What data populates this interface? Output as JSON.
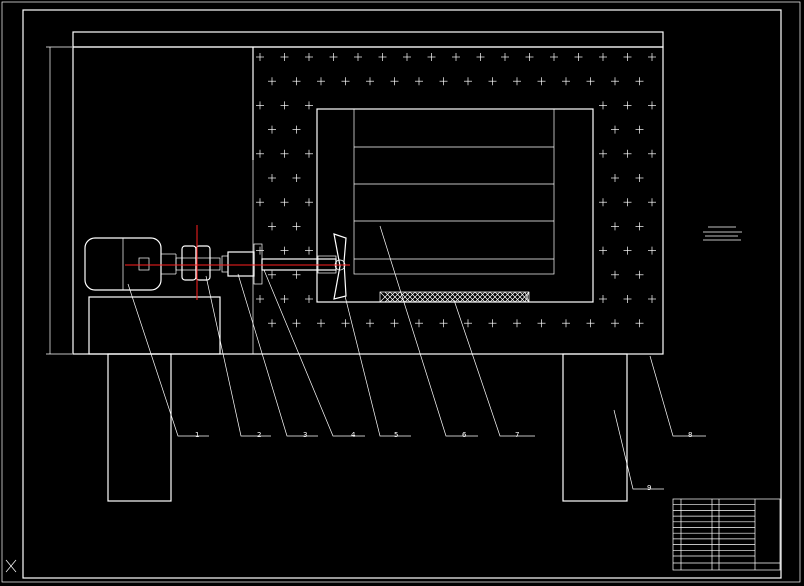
{
  "drawing": {
    "background": "#000000",
    "line_color": "#ffffff",
    "center_line_color": "#ff2020"
  },
  "callouts": [
    "1",
    "2",
    "3",
    "4",
    "5",
    "6",
    "7",
    "8",
    "9"
  ],
  "insulation_marker": "+",
  "title_block": {
    "rows": 10,
    "columns": 4
  }
}
